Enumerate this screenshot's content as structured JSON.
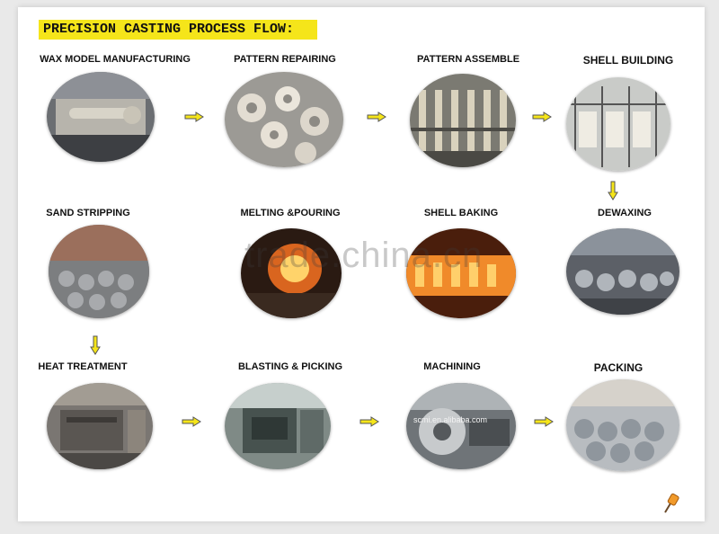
{
  "title": "PRECISION CASTING PROCESS FLOW:",
  "steps": [
    {
      "label": "WAX MODEL MANUFACTURING"
    },
    {
      "label": "PATTERN REPAIRING"
    },
    {
      "label": "PATTERN ASSEMBLE"
    },
    {
      "label": "SHELL BUILDING"
    },
    {
      "label": "SAND STRIPPING"
    },
    {
      "label": "MELTING &POURING"
    },
    {
      "label": "SHELL BAKING"
    },
    {
      "label": "DEWAXING"
    },
    {
      "label": "HEAT TREATMENT"
    },
    {
      "label": "BLASTING & PICKING"
    },
    {
      "label": "MACHINING"
    },
    {
      "label": "PACKING"
    }
  ],
  "watermark": "trade.china.cn",
  "photo_caption": "scmi.en.alibaba.com",
  "colors": {
    "accent": "#f5e51a",
    "arrow": "#f5e51a",
    "arrow_stroke": "#555555"
  },
  "icons": {
    "arrow": "arrow-icon",
    "pushpin": "pushpin-icon"
  }
}
